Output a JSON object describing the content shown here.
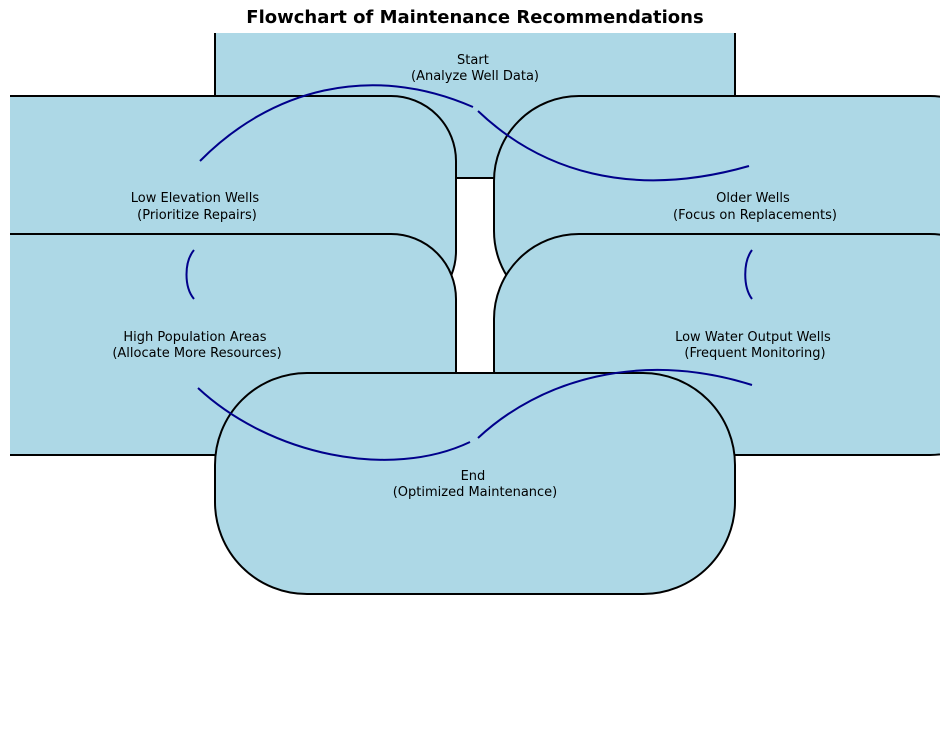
{
  "title": "Flowchart of Maintenance Recommendations",
  "colors": {
    "node_fill": "#add8e6",
    "node_stroke": "#000000",
    "edge": "#00008b"
  },
  "nodes": {
    "start": {
      "line1": "Start",
      "line2": "(Analyze Well Data)"
    },
    "low_elevation": {
      "line1": "Low Elevation Wells",
      "line2": "(Prioritize Repairs)"
    },
    "older_wells": {
      "line1": "Older Wells",
      "line2": "(Focus on Replacements)"
    },
    "high_population": {
      "line1": "High Population Areas",
      "line2": "(Allocate More Resources)"
    },
    "low_output": {
      "line1": "Low Water Output Wells",
      "line2": "(Frequent Monitoring)"
    },
    "end": {
      "line1": "End",
      "line2": "(Optimized Maintenance)"
    }
  },
  "edges": [
    {
      "from": "start",
      "to": "low_elevation"
    },
    {
      "from": "start",
      "to": "older_wells"
    },
    {
      "from": "low_elevation",
      "to": "high_population"
    },
    {
      "from": "older_wells",
      "to": "low_output"
    },
    {
      "from": "high_population",
      "to": "end"
    },
    {
      "from": "low_output",
      "to": "end"
    }
  ]
}
